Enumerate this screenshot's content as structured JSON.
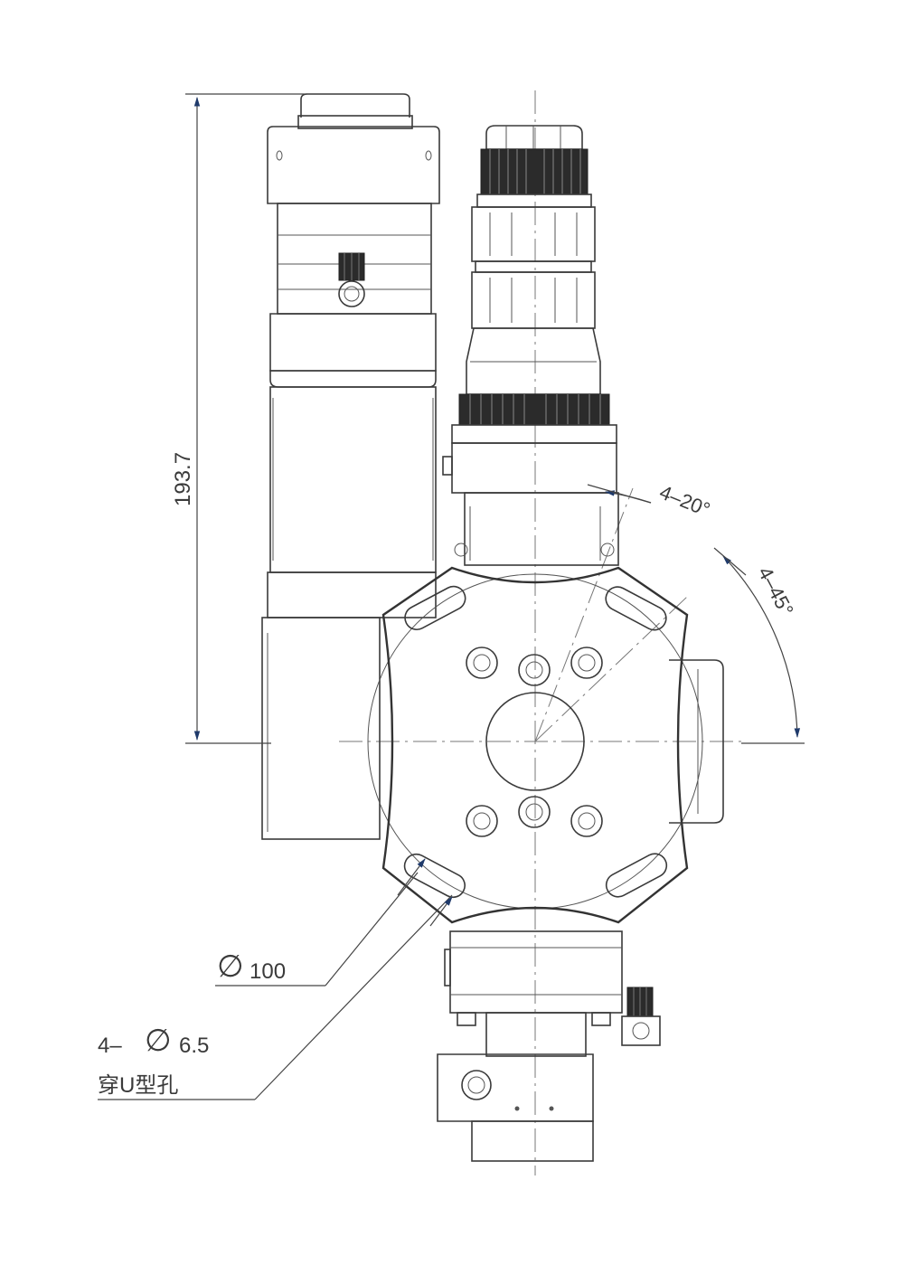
{
  "drawing": {
    "dimensions": {
      "height": "193.7",
      "u_slot_angle": "4–20°",
      "u_slot_spacing": "4–45°",
      "flange_diameter_symbol": "∅",
      "flange_diameter": "100",
      "hole_count_prefix": "4–",
      "hole_diameter_symbol": "∅",
      "hole_diameter": "6.5",
      "hole_type_note": "穿U型孔"
    },
    "colors": {
      "line": "#3a3a3a",
      "arrow": "#1f3a6b",
      "knurl": "#2b2b2b"
    }
  }
}
